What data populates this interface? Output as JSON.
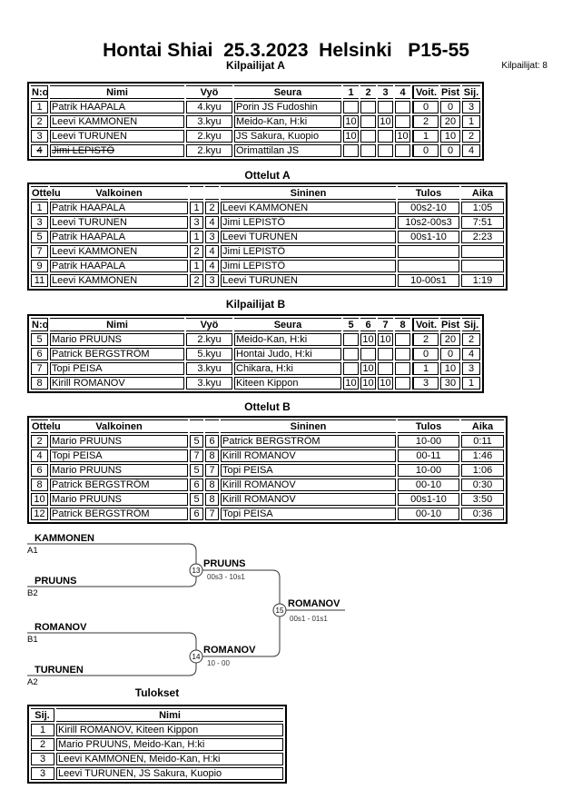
{
  "page": {
    "title": "Hontai Shiai  25.3.2023  Helsinki   P15-55",
    "competitors_count": "Kilpailijat: 8"
  },
  "kilpailijat_a": {
    "title": "Kilpailijat A",
    "headers": {
      "no": "N:o",
      "name": "Nimi",
      "belt": "Vyö",
      "club": "Seura",
      "m1": "1",
      "m2": "2",
      "m3": "3",
      "m4": "4",
      "wins": "Voit.",
      "points": "Pist.",
      "rank": "Sij."
    },
    "rows": [
      {
        "no": "1",
        "name": "Patrik HAAPALA",
        "belt": "4.kyu",
        "club": "Porin JS Fudoshin",
        "m1": "",
        "m2": "",
        "m3": "",
        "m4": "",
        "wins": "0",
        "points": "0",
        "rank": "3",
        "struck": false
      },
      {
        "no": "2",
        "name": "Leevi KAMMONEN",
        "belt": "3.kyu",
        "club": "Meido-Kan, H:ki",
        "m1": "10",
        "m2": "",
        "m3": "10",
        "m4": "",
        "wins": "2",
        "points": "20",
        "rank": "1",
        "struck": false
      },
      {
        "no": "3",
        "name": "Leevi TURUNEN",
        "belt": "2.kyu",
        "club": "JS Sakura, Kuopio",
        "m1": "10",
        "m2": "",
        "m3": "",
        "m4": "10",
        "wins": "1",
        "points": "10",
        "rank": "2",
        "struck": false
      },
      {
        "no": "4",
        "name": "Jimi LEPISTÖ",
        "belt": "2.kyu",
        "club": "Orimattilan JS",
        "m1": "",
        "m2": "",
        "m3": "",
        "m4": "",
        "wins": "0",
        "points": "0",
        "rank": "4",
        "struck": true
      }
    ]
  },
  "ottelut_a": {
    "title": "Ottelut A",
    "headers": {
      "match": "Ottelu",
      "white": "Valkoinen",
      "blue": "Sininen",
      "result": "Tulos",
      "time": "Aika"
    },
    "rows": [
      {
        "match": "1",
        "white": "Patrik HAAPALA",
        "wno": "1",
        "bno": "2",
        "blue": "Leevi KAMMONEN",
        "result": "00s2-10",
        "time": "1:05"
      },
      {
        "match": "3",
        "white": "Leevi TURUNEN",
        "wno": "3",
        "bno": "4",
        "blue": "Jimi LEPISTÖ",
        "result": "10s2-00s3",
        "time": "7:51"
      },
      {
        "match": "5",
        "white": "Patrik HAAPALA",
        "wno": "1",
        "bno": "3",
        "blue": "Leevi TURUNEN",
        "result": "00s1-10",
        "time": "2:23"
      },
      {
        "match": "7",
        "white": "Leevi KAMMONEN",
        "wno": "2",
        "bno": "4",
        "blue": "Jimi LEPISTÖ",
        "result": "",
        "time": ""
      },
      {
        "match": "9",
        "white": "Patrik HAAPALA",
        "wno": "1",
        "bno": "4",
        "blue": "Jimi LEPISTÖ",
        "result": "",
        "time": ""
      },
      {
        "match": "11",
        "white": "Leevi KAMMONEN",
        "wno": "2",
        "bno": "3",
        "blue": "Leevi TURUNEN",
        "result": "10-00s1",
        "time": "1:19"
      }
    ]
  },
  "kilpailijat_b": {
    "title": "Kilpailijat B",
    "headers": {
      "no": "N:o",
      "name": "Nimi",
      "belt": "Vyö",
      "club": "Seura",
      "m1": "5",
      "m2": "6",
      "m3": "7",
      "m4": "8",
      "wins": "Voit.",
      "points": "Pist.",
      "rank": "Sij."
    },
    "rows": [
      {
        "no": "5",
        "name": "Mario PRUUNS",
        "belt": "2.kyu",
        "club": "Meido-Kan, H:ki",
        "m1": "",
        "m2": "10",
        "m3": "10",
        "m4": "",
        "wins": "2",
        "points": "20",
        "rank": "2",
        "struck": false
      },
      {
        "no": "6",
        "name": "Patrick BERGSTRÖM",
        "belt": "5.kyu",
        "club": "Hontai Judo, H:ki",
        "m1": "",
        "m2": "",
        "m3": "",
        "m4": "",
        "wins": "0",
        "points": "0",
        "rank": "4",
        "struck": false
      },
      {
        "no": "7",
        "name": "Topi PEISA",
        "belt": "3.kyu",
        "club": "Chikara, H:ki",
        "m1": "",
        "m2": "10",
        "m3": "",
        "m4": "",
        "wins": "1",
        "points": "10",
        "rank": "3",
        "struck": false
      },
      {
        "no": "8",
        "name": "Kirill ROMANOV",
        "belt": "3.kyu",
        "club": "Kiteen Kippon",
        "m1": "10",
        "m2": "10",
        "m3": "10",
        "m4": "",
        "wins": "3",
        "points": "30",
        "rank": "1",
        "struck": false
      }
    ]
  },
  "ottelut_b": {
    "title": "Ottelut B",
    "headers": {
      "match": "Ottelu",
      "white": "Valkoinen",
      "blue": "Sininen",
      "result": "Tulos",
      "time": "Aika"
    },
    "rows": [
      {
        "match": "2",
        "white": "Mario PRUUNS",
        "wno": "5",
        "bno": "6",
        "blue": "Patrick BERGSTRÖM",
        "result": "10-00",
        "time": "0:11"
      },
      {
        "match": "4",
        "white": "Topi PEISA",
        "wno": "7",
        "bno": "8",
        "blue": "Kirill ROMANOV",
        "result": "00-11",
        "time": "1:46"
      },
      {
        "match": "6",
        "white": "Mario PRUUNS",
        "wno": "5",
        "bno": "7",
        "blue": "Topi PEISA",
        "result": "10-00",
        "time": "1:06"
      },
      {
        "match": "8",
        "white": "Patrick BERGSTRÖM",
        "wno": "6",
        "bno": "8",
        "blue": "Kirill ROMANOV",
        "result": "00-10",
        "time": "0:30"
      },
      {
        "match": "10",
        "white": "Mario PRUUNS",
        "wno": "5",
        "bno": "8",
        "blue": "Kirill ROMANOV",
        "result": "00s1-10",
        "time": "3:50"
      },
      {
        "match": "12",
        "white": "Patrick BERGSTRÖM",
        "wno": "6",
        "bno": "7",
        "blue": "Topi PEISA",
        "result": "00-10",
        "time": "0:36"
      }
    ]
  },
  "bracket": {
    "slots": [
      {
        "name": "KAMMONEN",
        "seed": "A1"
      },
      {
        "name": "PRUUNS",
        "seed": "B2"
      },
      {
        "name": "ROMANOV",
        "seed": "B1"
      },
      {
        "name": "TURUNEN",
        "seed": "A2"
      }
    ],
    "matches": [
      {
        "number": "13",
        "winner": "PRUUNS",
        "score": "00s3 - 10s1"
      },
      {
        "number": "14",
        "winner": "ROMANOV",
        "score": "10 - 00"
      },
      {
        "number": "15",
        "winner": "ROMANOV",
        "score": "00s1 - 01s1"
      }
    ]
  },
  "tulokset": {
    "title": "Tulokset",
    "headers": {
      "rank": "Sij.",
      "name": "Nimi"
    },
    "rows": [
      {
        "rank": "1",
        "name": "Kirill ROMANOV, Kiteen Kippon"
      },
      {
        "rank": "2",
        "name": "Mario PRUUNS, Meido-Kan, H:ki"
      },
      {
        "rank": "3",
        "name": "Leevi KAMMONEN, Meido-Kan, H:ki"
      },
      {
        "rank": "3",
        "name": "Leevi TURUNEN, JS Sakura, Kuopio"
      }
    ]
  }
}
